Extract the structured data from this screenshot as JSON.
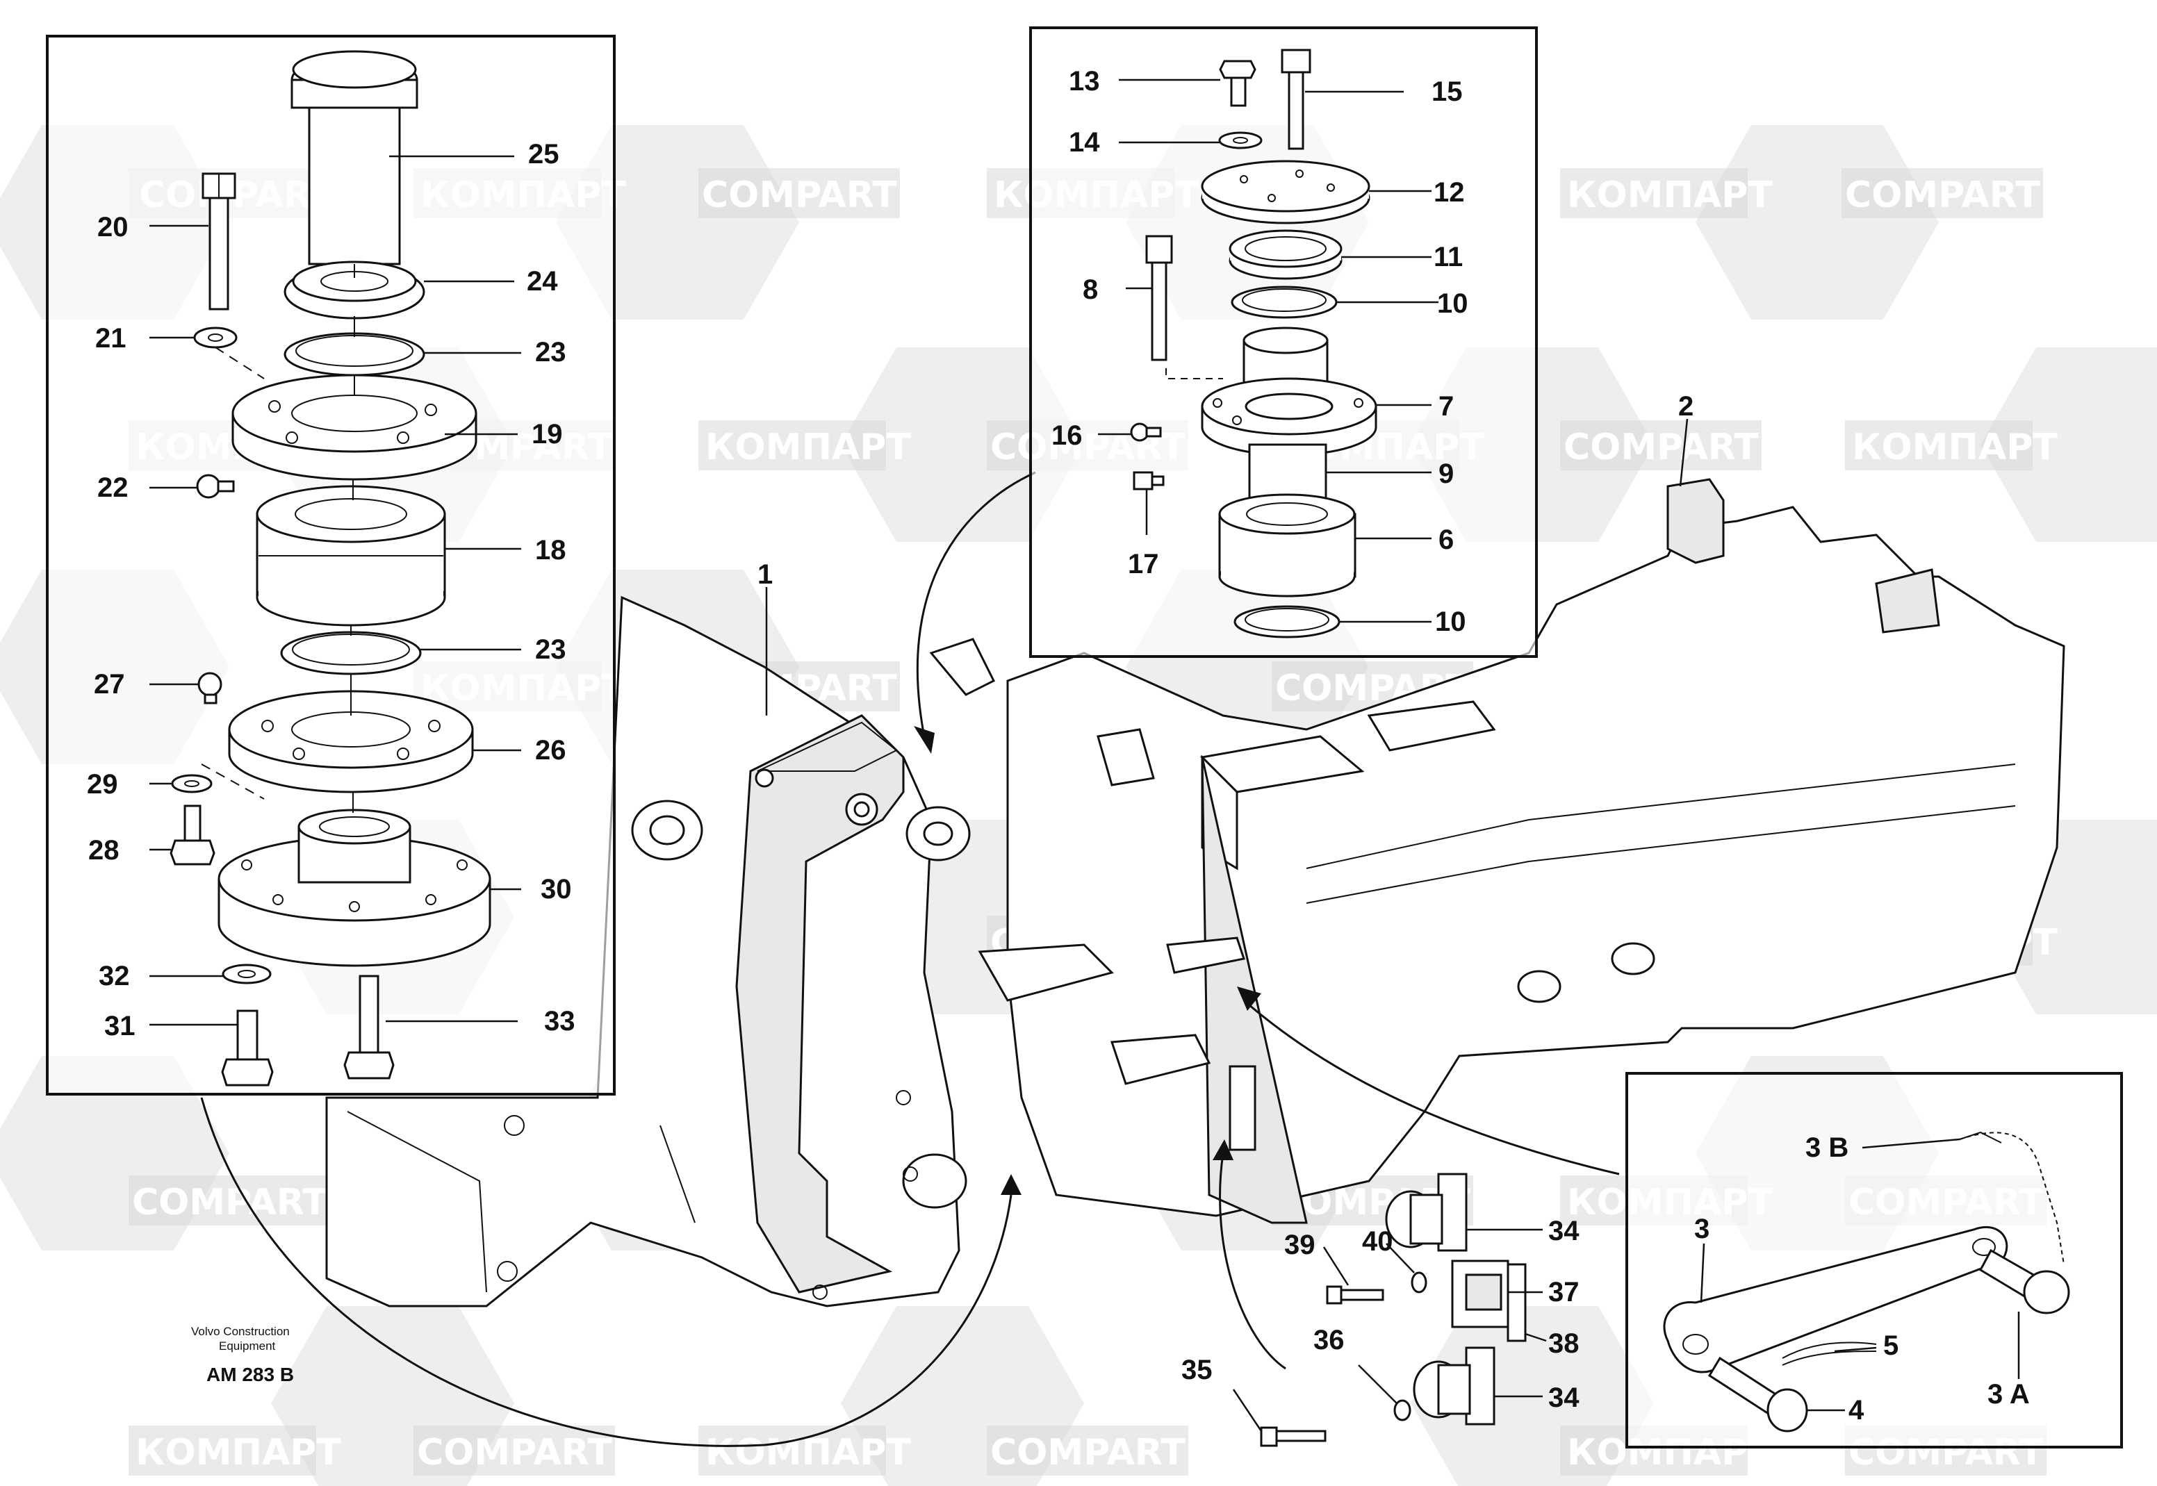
{
  "watermarks": {
    "latin": "COMPART",
    "cyrillic": "КОМПАРТ"
  },
  "drawing": {
    "company": "Volvo Construction",
    "company_line2": "Equipment",
    "reference": "AM 283 B"
  },
  "parts": [
    {
      "id": "p1",
      "text": "1"
    },
    {
      "id": "p2",
      "text": "2"
    },
    {
      "id": "p3",
      "text": "3"
    },
    {
      "id": "p3a",
      "text": "3 A"
    },
    {
      "id": "p3b",
      "text": "3 B"
    },
    {
      "id": "p4",
      "text": "4"
    },
    {
      "id": "p5",
      "text": "5"
    },
    {
      "id": "p6",
      "text": "6"
    },
    {
      "id": "p7",
      "text": "7"
    },
    {
      "id": "p8",
      "text": "8"
    },
    {
      "id": "p9",
      "text": "9"
    },
    {
      "id": "p10a",
      "text": "10"
    },
    {
      "id": "p10b",
      "text": "10"
    },
    {
      "id": "p11",
      "text": "11"
    },
    {
      "id": "p12",
      "text": "12"
    },
    {
      "id": "p13",
      "text": "13"
    },
    {
      "id": "p14",
      "text": "14"
    },
    {
      "id": "p15",
      "text": "15"
    },
    {
      "id": "p16",
      "text": "16"
    },
    {
      "id": "p17",
      "text": "17"
    },
    {
      "id": "p18",
      "text": "18"
    },
    {
      "id": "p19",
      "text": "19"
    },
    {
      "id": "p20",
      "text": "20"
    },
    {
      "id": "p21",
      "text": "21"
    },
    {
      "id": "p22",
      "text": "22"
    },
    {
      "id": "p23a",
      "text": "23"
    },
    {
      "id": "p23b",
      "text": "23"
    },
    {
      "id": "p24",
      "text": "24"
    },
    {
      "id": "p25",
      "text": "25"
    },
    {
      "id": "p26",
      "text": "26"
    },
    {
      "id": "p27",
      "text": "27"
    },
    {
      "id": "p28",
      "text": "28"
    },
    {
      "id": "p29",
      "text": "29"
    },
    {
      "id": "p30",
      "text": "30"
    },
    {
      "id": "p31",
      "text": "31"
    },
    {
      "id": "p32",
      "text": "32"
    },
    {
      "id": "p33",
      "text": "33"
    },
    {
      "id": "p34a",
      "text": "34"
    },
    {
      "id": "p34b",
      "text": "34"
    },
    {
      "id": "p35",
      "text": "35"
    },
    {
      "id": "p36",
      "text": "36"
    },
    {
      "id": "p37",
      "text": "37"
    },
    {
      "id": "p38",
      "text": "38"
    },
    {
      "id": "p39",
      "text": "39"
    },
    {
      "id": "p40",
      "text": "40"
    }
  ]
}
